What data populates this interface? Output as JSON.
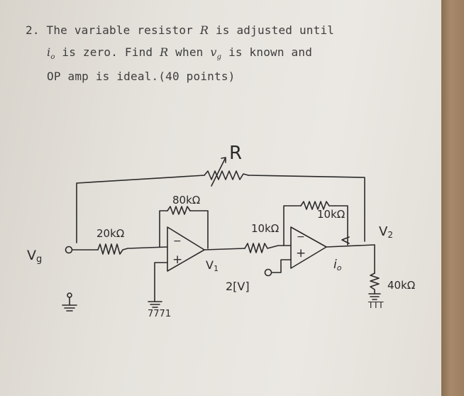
{
  "question": {
    "number": "2.",
    "line1_a": "The variable resistor",
    "var_R": "R",
    "line1_b": "is adjusted until",
    "io": "i",
    "io_sub": "o",
    "line2_a": "is zero.  Find",
    "line2_b": "when",
    "vg": "v",
    "vg_sub": "g",
    "line2_c": "is known and",
    "line3": "OP amp is ideal.(40 points)"
  },
  "circuit": {
    "vg_label": "V",
    "vg_label_sub": "g",
    "r1_label": "20kΩ",
    "rf1_label": "80kΩ",
    "var_res_label": "R",
    "v1_label": "V",
    "v1_label_sub": "1",
    "r2_label": "10kΩ",
    "rf2_label": "10kΩ",
    "source_label": "2[V]",
    "v2_label": "V",
    "v2_label_sub": "2",
    "io_label": "i",
    "io_label_sub": "o",
    "rload_label": "40kΩ",
    "minus_sign": "−",
    "plus_sign": "+"
  },
  "colors": {
    "ink": "#2a2a2a",
    "print": "#3d3d3d",
    "paper": "#e6e3dd"
  }
}
